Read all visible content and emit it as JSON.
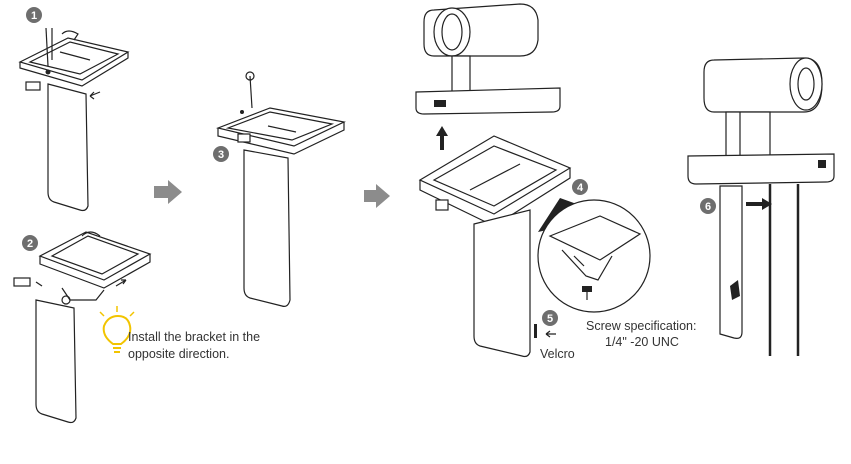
{
  "steps": [
    {
      "number": "1"
    },
    {
      "number": "2"
    },
    {
      "number": "3"
    },
    {
      "number": "4"
    },
    {
      "number": "5"
    },
    {
      "number": "6"
    }
  ],
  "tip": {
    "line1": "Install the bracket in the",
    "line2": "opposite direction.",
    "icon": "lightbulb-icon",
    "color": "#f2c400"
  },
  "labels": {
    "velcro": "Velcro",
    "screw_spec_line1": "Screw specification:",
    "screw_spec_line2": "1/4\" -20 UNC"
  },
  "colors": {
    "badge": "#6e6e6e",
    "flow_arrow": "#8c8c8c",
    "ink": "#222222"
  }
}
